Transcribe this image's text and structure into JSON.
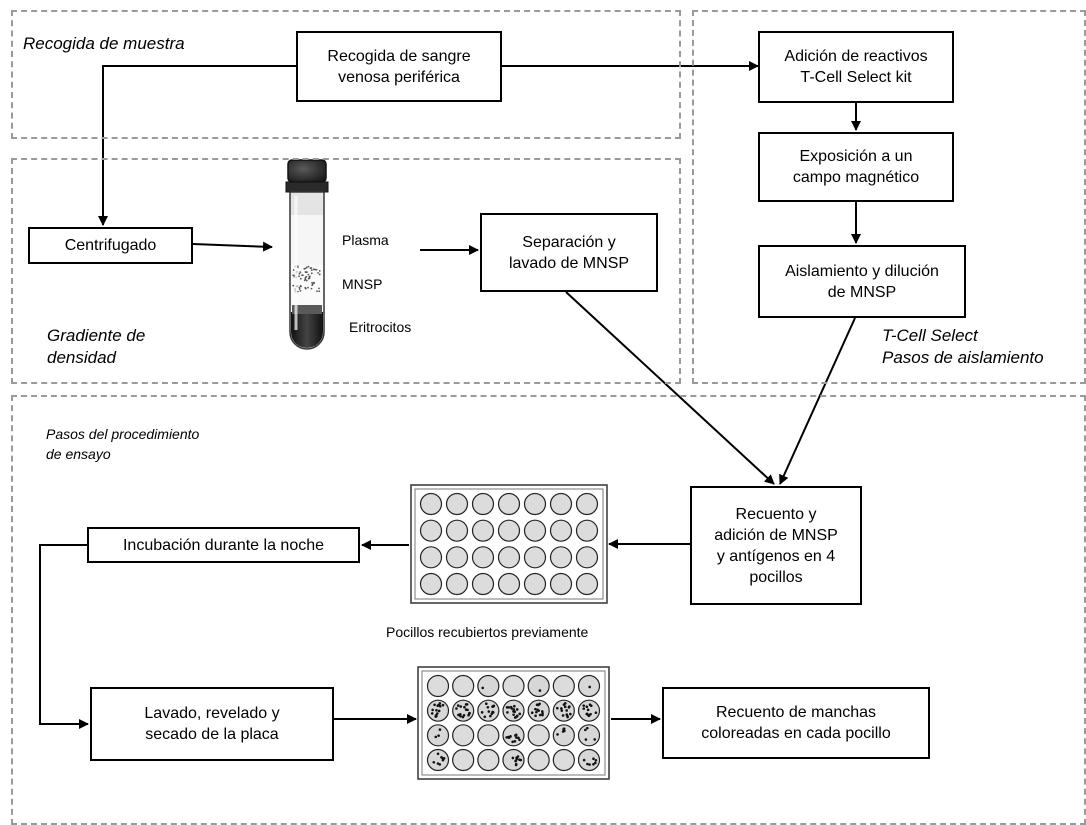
{
  "sections": {
    "sample_collection": "Recogida de muestra",
    "density_gradient": "Gradiente de\ndensidad",
    "tcell_select": "T-Cell Select\nPasos de aislamiento",
    "assay_steps": "Pasos del procedimiento\nde ensayo"
  },
  "steps": {
    "blood_collection": "Recogida de sangre\nvenosa periférica",
    "add_reagents": "Adición de reactivos\nT-Cell Select kit",
    "magnetic_field": "Exposición a un\ncampo magnético",
    "centrifuge": "Centrifugado",
    "separation_wash": "Separación y\nlavado de MNSP",
    "isolation_dilution": "Aislamiento y dilución\nde MNSP",
    "count_add": "Recuento y\nadición de MNSP\ny antígenos en 4\npocillos",
    "incubation": "Incubación durante la noche",
    "wash_develop": "Lavado, revelado y\nsecado de la placa",
    "spot_count": "Recuento de manchas\ncoloreadas en cada pocillo"
  },
  "tube_layers": {
    "plasma": "Plasma",
    "mnsp": "MNSP",
    "erythrocytes": "Eritrocitos"
  },
  "plate_caption": "Pocillos recubiertos previamente"
}
